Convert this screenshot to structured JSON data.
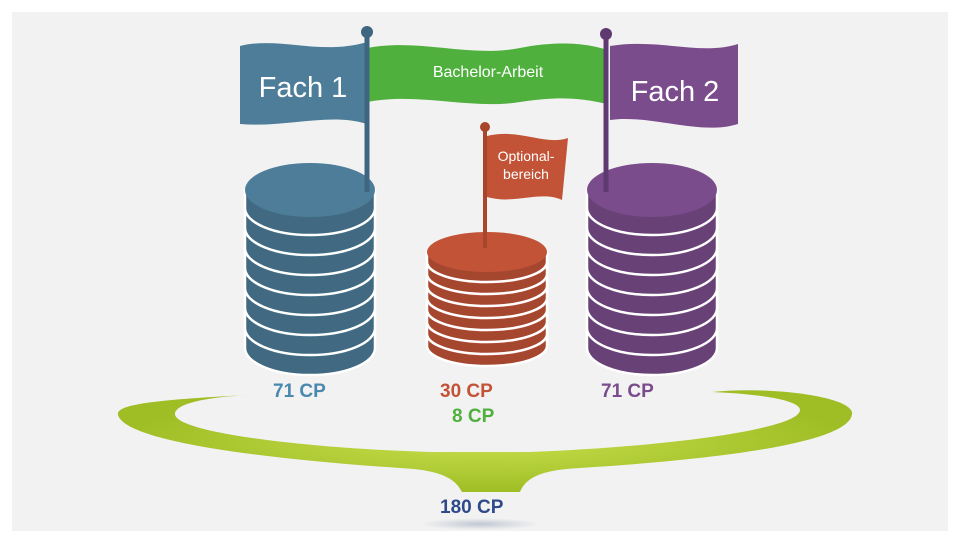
{
  "flags": {
    "fach1": "Fach 1",
    "fach2": "Fach 2",
    "bachelor": "Bachelor-Arbeit",
    "optional_line1": "Optional-",
    "optional_line2": "bereich"
  },
  "credits": {
    "fach1": "71 CP",
    "optional": "30 CP",
    "bachelor": "8 CP",
    "fach2": "71 CP",
    "total": "180 CP"
  },
  "colors": {
    "fach1": "#4d7d99",
    "fach2": "#7a4c8c",
    "optional": "#c25337",
    "bachelor": "#4fb03d",
    "total": "#2f4a8a",
    "arc": "#a9c62f"
  }
}
